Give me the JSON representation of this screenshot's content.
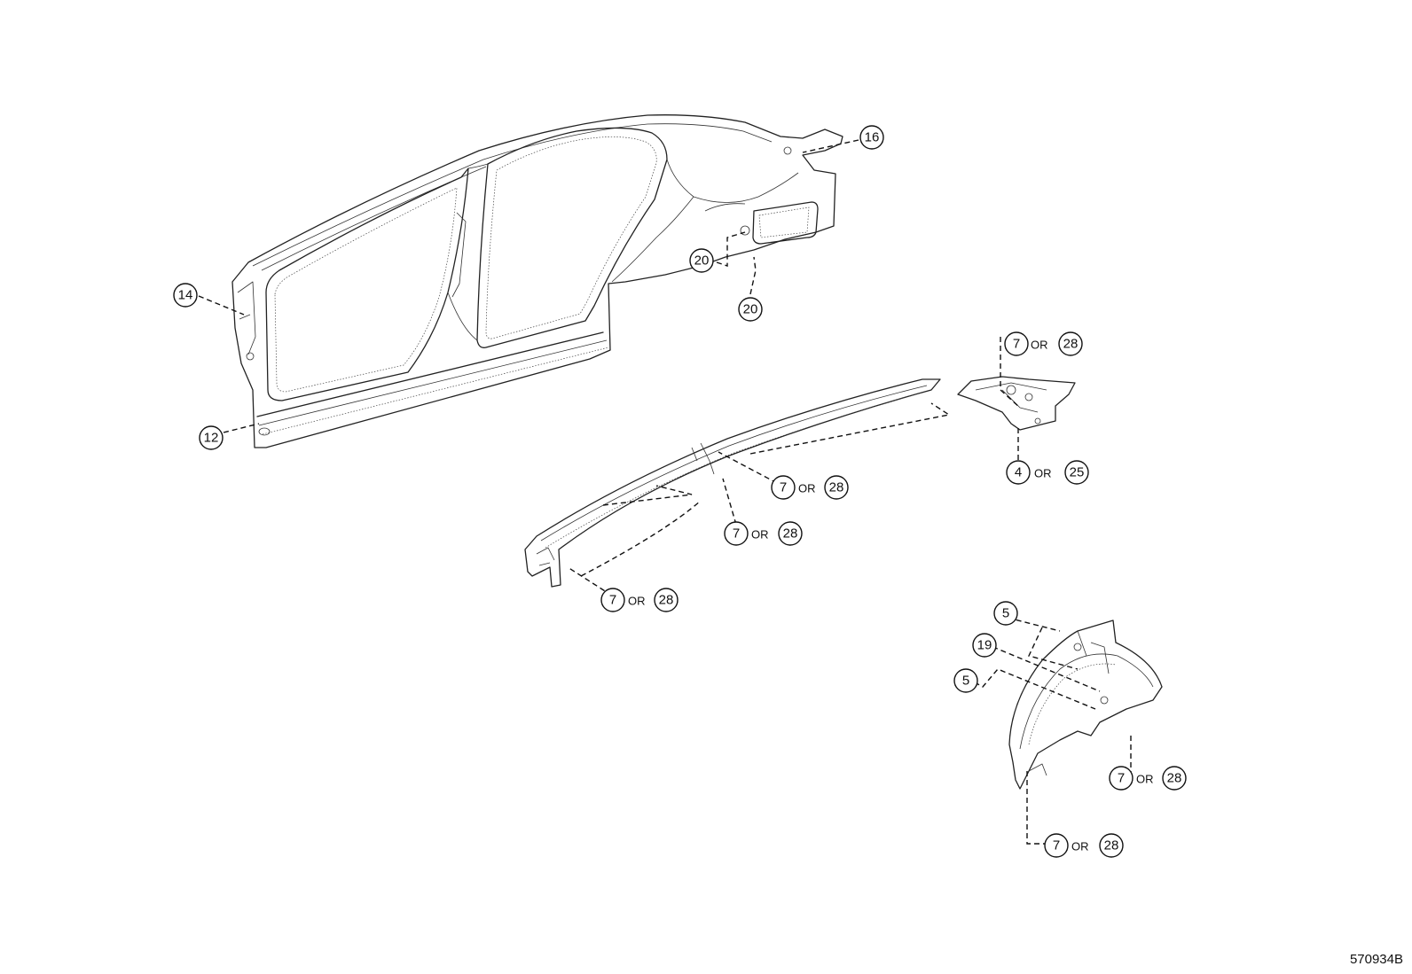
{
  "drawing_id": "570934B",
  "callouts": [
    {
      "id": "c16",
      "items": [
        "16"
      ]
    },
    {
      "id": "c20a",
      "items": [
        "20"
      ]
    },
    {
      "id": "c20b",
      "items": [
        "20"
      ]
    },
    {
      "id": "c14",
      "items": [
        "14"
      ]
    },
    {
      "id": "c12",
      "items": [
        "12"
      ]
    },
    {
      "id": "c7-28-top",
      "items": [
        "7",
        "28"
      ],
      "joiner": "OR"
    },
    {
      "id": "c4-25",
      "items": [
        "4",
        "25"
      ],
      "joiner": "OR"
    },
    {
      "id": "c7-28-mid",
      "items": [
        "7",
        "28"
      ],
      "joiner": "OR"
    },
    {
      "id": "c7-28-mid2",
      "items": [
        "7",
        "28"
      ],
      "joiner": "OR"
    },
    {
      "id": "c7-28-left",
      "items": [
        "7",
        "28"
      ],
      "joiner": "OR"
    },
    {
      "id": "c5a",
      "items": [
        "5"
      ]
    },
    {
      "id": "c19",
      "items": [
        "19"
      ]
    },
    {
      "id": "c5b",
      "items": [
        "5"
      ]
    },
    {
      "id": "c7-28-wh1",
      "items": [
        "7",
        "28"
      ],
      "joiner": "OR"
    },
    {
      "id": "c7-28-wh2",
      "items": [
        "7",
        "28"
      ],
      "joiner": "OR"
    }
  ]
}
